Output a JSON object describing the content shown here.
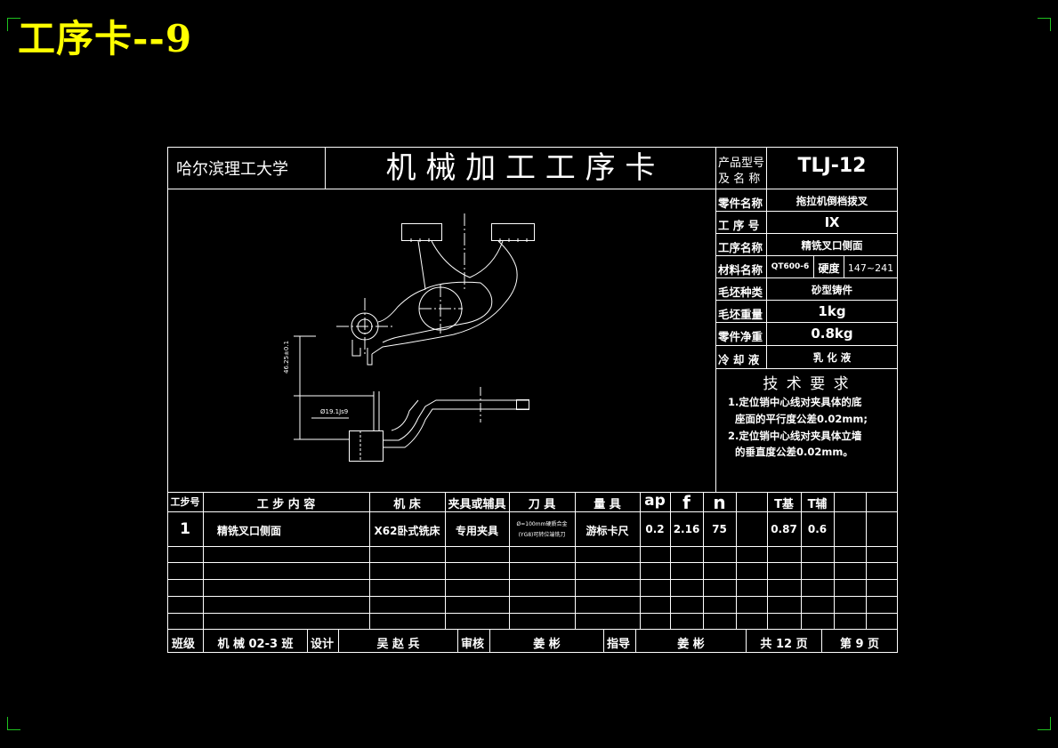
{
  "page_title": "工序卡--9",
  "header": {
    "school": "哈尔滨理工大学",
    "card_title": "机 械 加 工 工 序 卡",
    "product_label_1": "产品型号",
    "product_label_2": "及 名 称",
    "product_value": "TLJ-12"
  },
  "info": [
    {
      "label": "零件名称",
      "value": "拖拉机倒档拨叉"
    },
    {
      "label": "工 序 号",
      "value": "Ⅸ"
    },
    {
      "label": "工序名称",
      "value": "精铣叉口侧面"
    },
    {
      "label": "材料名称",
      "value": "QT600-6",
      "extra_label": "硬度",
      "extra_value": "147~241"
    },
    {
      "label": "毛坯种类",
      "value": "砂型铸件"
    },
    {
      "label": "毛坯重量",
      "value": "1kg"
    },
    {
      "label": "零件净重",
      "value": "0.8kg"
    },
    {
      "label": "冷 却 液",
      "value": "乳 化 液"
    }
  ],
  "tech": {
    "title": "技 术 要 求",
    "lines": [
      "1.定位销中心线对夹具体的底",
      "  座面的平行度公差0.02mm;",
      "2.定位销中心线对夹具体立墙",
      "  的垂直度公差0.02mm。"
    ]
  },
  "drawing": {
    "dim_vertical": "46.25±0.1",
    "dim_dia": "Ø19.1Js9"
  },
  "table": {
    "headers": [
      "工步号",
      "工 步 内 容",
      "机 床",
      "夹具或辅具",
      "刀 具",
      "量 具",
      "ap",
      "f",
      "n",
      "",
      "T基",
      "T辅",
      "",
      ""
    ],
    "row1": [
      "1",
      "精铣叉口侧面",
      "X62卧式铣床",
      "专用夹具",
      "",
      "游标卡尺",
      "0.2",
      "2.16",
      "75",
      "",
      "0.87",
      "0.6",
      "",
      ""
    ],
    "tool_line1": "Ø=100mm硬质合金",
    "tool_line2": "(YG8)可转位端铣刀"
  },
  "footer": {
    "class_label": "班级",
    "class_value": "机 械 02-3 班",
    "design_label": "设计",
    "design_value": "吴 赵 兵",
    "review_label": "审核",
    "review_value": "姜 彬",
    "guide_label": "指导",
    "guide_value": "姜 彬",
    "total": "共 12 页",
    "page": "第 9 页"
  }
}
